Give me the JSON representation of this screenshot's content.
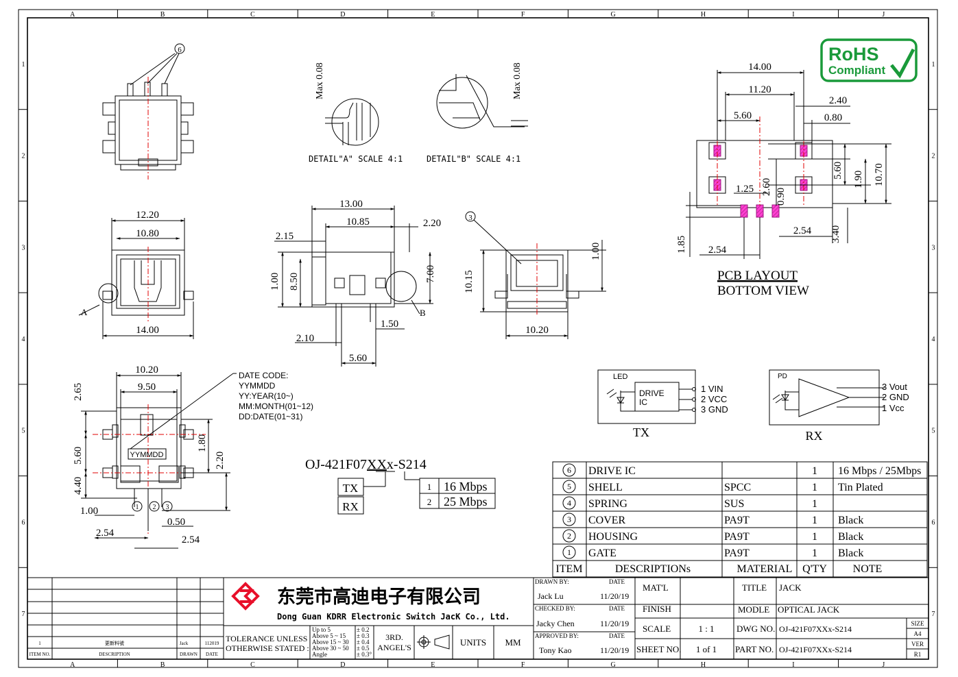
{
  "frame": {
    "columns": [
      "A",
      "B",
      "C",
      "D",
      "E",
      "F",
      "G",
      "H",
      "I",
      "J"
    ],
    "rows": [
      "1",
      "2",
      "3",
      "4",
      "5",
      "6",
      "7"
    ]
  },
  "rohs": {
    "line1": "RoHS",
    "line2": "Compliant"
  },
  "top_view": {
    "balloon": "6"
  },
  "details": {
    "a": {
      "dim": "Max 0.08",
      "caption": "DETAIL\"A\" SCALE 4:1"
    },
    "b": {
      "dim": "Max 0.08",
      "caption": "DETAIL\"B\" SCALE 4:1"
    }
  },
  "front_view": {
    "w1": "12.20",
    "w2": "10.80",
    "w3": "14.00",
    "label_a": "A"
  },
  "side_view": {
    "d13": "13.00",
    "d1085": "10.85",
    "d220": "2.20",
    "d215": "2.15",
    "d100": "1.00",
    "d850": "8.50",
    "d700": "7.00",
    "d150": "1.50",
    "d210": "2.10",
    "d560": "5.60",
    "label_b": "B"
  },
  "end_view": {
    "balloon": "3",
    "d100": "1.00",
    "d1015": "10.15",
    "d1020": "10.20"
  },
  "pcb_layout": {
    "d1400": "14.00",
    "d1120": "11.20",
    "d240": "2.40",
    "d080": "0.80",
    "d560": "5.60",
    "d560v": "5.60",
    "d190": "1.90",
    "d1070": "10.70",
    "d125": "1.25",
    "d260": "2.60",
    "d090": "0.90",
    "d254a": "2.54",
    "d185": "1.85",
    "d340": "3.40",
    "d254b": "2.54",
    "title": "PCB LAYOUT",
    "subtitle": "BOTTOM VIEW"
  },
  "bottom_view": {
    "d1020": "10.20",
    "d950": "9.50",
    "d265": "2.65",
    "d560": "5.60",
    "d440": "4.40",
    "d180": "1.80",
    "d220": "2.20",
    "d100": "1.00",
    "d050": "0.50",
    "d254a": "2.54",
    "d254b": "2.54",
    "marking": "YYMMDD",
    "pins": [
      "1",
      "2",
      "3"
    ]
  },
  "date_code": [
    "DATE CODE:",
    "YYMMDD",
    "YY:YEAR(10~)",
    "MM:MONTH(01~12)",
    "DD:DATE(01~31)"
  ],
  "part_code": {
    "prefix": "OJ-421F07",
    "xx": "XX",
    "suffix": "x-S214",
    "types": [
      "TX",
      "RX"
    ],
    "speeds": [
      {
        "n": "1",
        "v": "16 Mbps"
      },
      {
        "n": "2",
        "v": "25 Mbps"
      }
    ]
  },
  "tx_circuit": {
    "led": "LED",
    "ic1": "DRIVE",
    "ic2": "IC",
    "pins": [
      "1  VIN",
      "2  VCC",
      "3  GND"
    ],
    "label": "TX"
  },
  "rx_circuit": {
    "pd": "PD",
    "pins": [
      "3  Vout",
      "2  GND",
      "1  Vcc"
    ],
    "label": "RX"
  },
  "bom": {
    "headers": [
      "ITEM",
      "DESCRIPTIONs",
      "MATERIAL",
      "Q'TY",
      "NOTE"
    ],
    "rows": [
      {
        "item": "6",
        "desc": "DRIVE IC",
        "mat": "",
        "qty": "1",
        "note": "16 Mbps / 25Mbps"
      },
      {
        "item": "5",
        "desc": "SHELL",
        "mat": "SPCC",
        "qty": "1",
        "note": "Tin Plated"
      },
      {
        "item": "4",
        "desc": "SPRING",
        "mat": "SUS",
        "qty": "1",
        "note": ""
      },
      {
        "item": "3",
        "desc": "COVER",
        "mat": "PA9T",
        "qty": "1",
        "note": "Black"
      },
      {
        "item": "2",
        "desc": "HOUSING",
        "mat": "PA9T",
        "qty": "1",
        "note": "Black"
      },
      {
        "item": "1",
        "desc": "GATE",
        "mat": "PA9T",
        "qty": "1",
        "note": "Black"
      }
    ]
  },
  "revision": {
    "row": [
      "1",
      "更新料號",
      "Jack",
      "112019"
    ],
    "headers": [
      "ITEM NO.",
      "DESCRIPTION",
      "DRAWN",
      "DATE"
    ]
  },
  "company": {
    "cn": "东莞市高迪电子有限公司",
    "en": "Dong Guan KDRR  Electronic Switch JacK Co., Ltd."
  },
  "tolerance": {
    "label1": "TOLERANCE UNLESS",
    "label2": "OTHERWISE STATED :",
    "ranges": [
      "Up to 5",
      "Above 5  ~ 15",
      "Above 15 ~ 30",
      "Above 30 ~ 50",
      "Angle"
    ],
    "values": [
      "± 0.2",
      "± 0.3",
      "± 0.4",
      "± 0.5",
      "± 0.3°"
    ],
    "angle1": "3RD.",
    "angle2": "ANGEL'S",
    "units": "UNITS",
    "mm": "MM"
  },
  "title_block": {
    "drawn_by": "DRAWN BY:",
    "drawn_name": "Jack  Lu",
    "drawn_date": "11/20/19",
    "checked_by": "CHECKED BY:",
    "checked_name": "Jacky Chen",
    "checked_date": "11/20/19",
    "approved_by": "APPROVED BY:",
    "approved_name": "Tony Kao",
    "approved_date": "11/20/19",
    "date_label": "DATE",
    "matl": "MAT'L",
    "finish": "FINISH",
    "scale": "SCALE",
    "scale_val": "1 : 1",
    "sheet": "SHEET NO.",
    "sheet_val": "1 of 1",
    "title": "TITLE",
    "title_val": "JACK",
    "model": "MODLE",
    "model_val": "OPTICAL JACK",
    "dwg": "DWG NO.",
    "dwg_val": "OJ-421F07XXx-S214",
    "part": "PART NO.",
    "part_val": "OJ-421F07XXx-S214",
    "size": "SIZE",
    "size_val": "A4",
    "ver": "VER",
    "ver_val": "R1"
  }
}
